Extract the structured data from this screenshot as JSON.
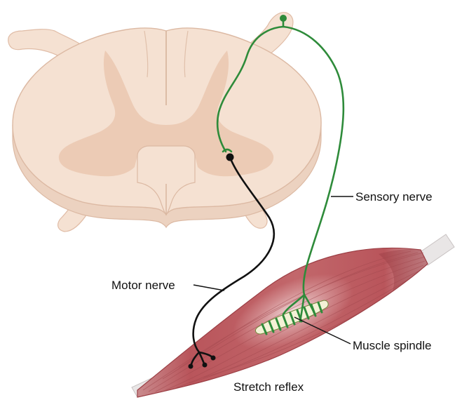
{
  "labels": {
    "sensory_nerve": "Sensory nerve",
    "motor_nerve": "Motor nerve",
    "muscle_spindle": "Muscle spindle",
    "caption": "Stretch reflex"
  },
  "colors": {
    "white_matter": "#f5e1d2",
    "white_matter_edge": "#e3c1aa",
    "gray_matter": "#eccbb5",
    "sensory_nerve": "#2e8b3a",
    "motor_nerve": "#111111",
    "muscle": "#c05a5e",
    "muscle_dark": "#9c3f45",
    "muscle_light": "#ead0cf",
    "tendon": "#e6e2e2",
    "spindle": "#f4f1d6"
  },
  "icons": {
    "spinal_cord": "spinal-cord-cross-section",
    "muscle": "skeletal-muscle",
    "spindle": "muscle-spindle-coil"
  }
}
